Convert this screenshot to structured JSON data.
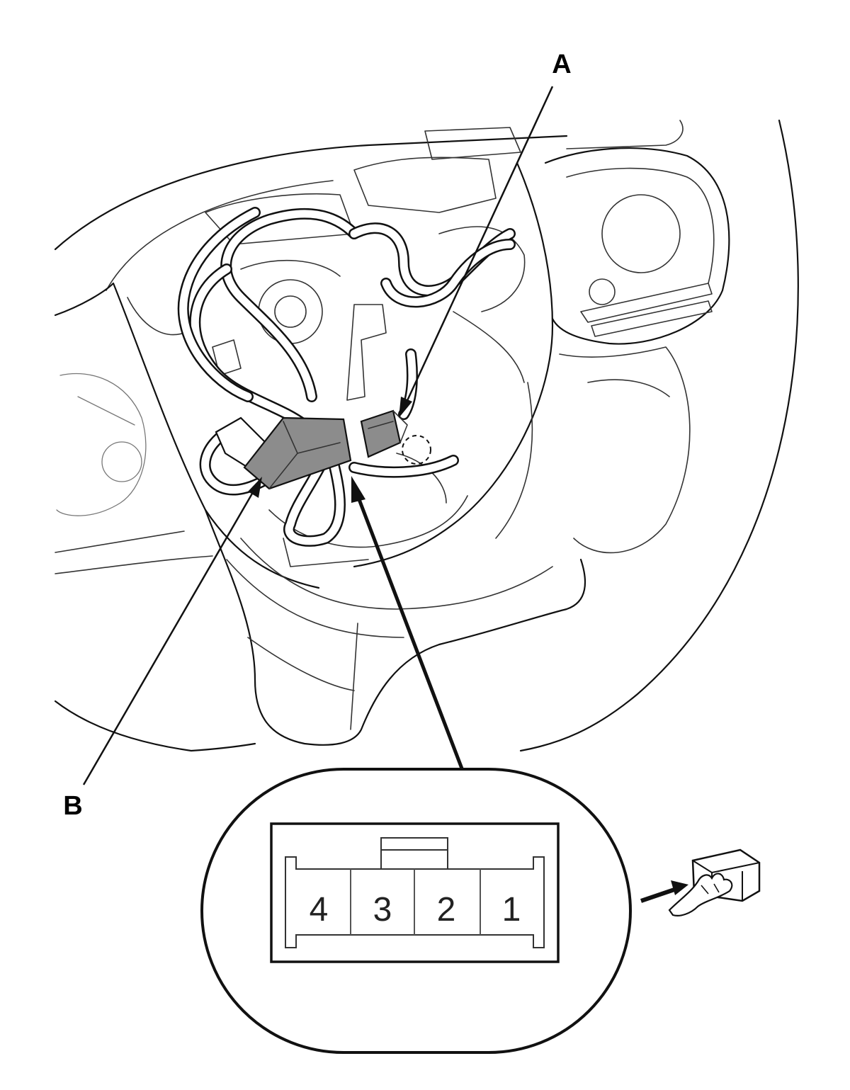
{
  "callouts": {
    "a": "A",
    "b": "B"
  },
  "connector_face": {
    "pins": [
      "4",
      "3",
      "2",
      "1"
    ]
  },
  "icons": {
    "terminal_side_view": "hand-pushing-connector-icon",
    "steering_wheel": "steering-wheel-illustration"
  },
  "colors": {
    "connector_fill": "#8c8c8c",
    "line": "#111111"
  }
}
